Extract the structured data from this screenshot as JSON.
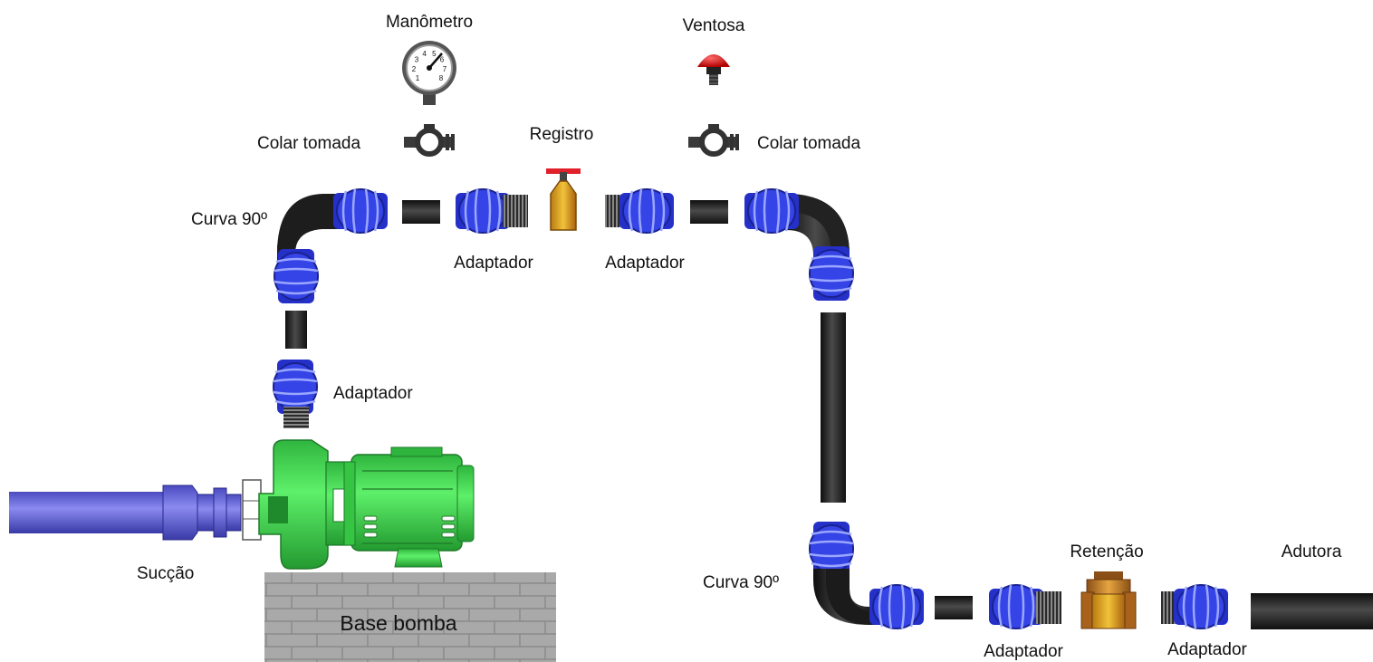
{
  "labels": {
    "manometro": "Manômetro",
    "ventosa": "Ventosa",
    "colar_tomada_left": "Colar tomada",
    "colar_tomada_right": "Colar tomada",
    "registro": "Registro",
    "curva_top": "Curva 90º",
    "curva_bottom": "Curva 90º",
    "adaptador_top_left": "Adaptador",
    "adaptador_top_right": "Adaptador",
    "adaptador_vertical": "Adaptador",
    "adaptador_bottom_left": "Adaptador",
    "adaptador_bottom_right": "Adaptador",
    "succao": "Sucção",
    "base_bomba": "Base bomba",
    "retencao": "Retenção",
    "adutora": "Adutora"
  },
  "gauge_scale": [
    "1",
    "2",
    "3",
    "4",
    "5",
    "6",
    "7",
    "8"
  ],
  "colors": {
    "pipe": "#222222",
    "coupling_blue": "#2f3fd8",
    "coupling_light": "#6f7dff",
    "suction_pipe": "#6b6bdc",
    "pump_green": "#3fcf4f",
    "pump_dark": "#2a9a35",
    "valve_gold": "#d9a21a",
    "valve_brown": "#a8621c",
    "ventosa_red": "#e01818",
    "brick": "#a9a9a9"
  }
}
